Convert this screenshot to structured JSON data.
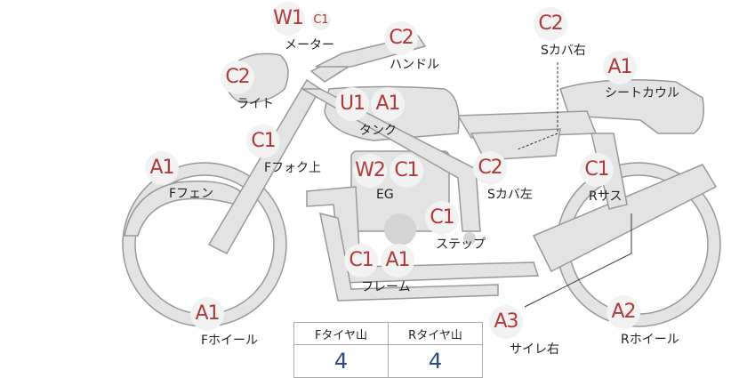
{
  "parts": {
    "meter": {
      "label": "メーター",
      "grades": [
        "W1",
        "C1"
      ]
    },
    "handle": {
      "label": "ハンドル",
      "grades": [
        "C2"
      ]
    },
    "light": {
      "label": "ライト",
      "grades": [
        "C2"
      ]
    },
    "tank": {
      "label": "タンク",
      "grades": [
        "U1",
        "A1"
      ]
    },
    "f_fork_upper": {
      "label": "Fフォク上",
      "grades": [
        "C1"
      ]
    },
    "f_fender": {
      "label": "Fフェン",
      "grades": [
        "A1"
      ]
    },
    "engine": {
      "label": "EG",
      "grades": [
        "W2",
        "C1"
      ]
    },
    "s_cover_right": {
      "label": "Sカバ右",
      "grades": [
        "C2"
      ]
    },
    "seat_cowl": {
      "label": "シートカウル",
      "grades": [
        "A1"
      ]
    },
    "s_cover_left": {
      "label": "Sカバ左",
      "grades": [
        "C2"
      ]
    },
    "r_suspension": {
      "label": "Rサス",
      "grades": [
        "C1"
      ]
    },
    "step": {
      "label": "ステップ",
      "grades": [
        "C1"
      ]
    },
    "frame": {
      "label": "フレーム",
      "grades": [
        "C1",
        "A1"
      ]
    },
    "f_wheel": {
      "label": "Fホイール",
      "grades": [
        "A1"
      ]
    },
    "muffler_right": {
      "label": "サイレ右",
      "grades": [
        "A3"
      ]
    },
    "r_wheel": {
      "label": "Rホイール",
      "grades": [
        "A2"
      ]
    }
  },
  "tyre_table": {
    "headers": [
      "Fタイヤ山",
      "Rタイヤ山"
    ],
    "values": [
      "4",
      "4"
    ]
  }
}
